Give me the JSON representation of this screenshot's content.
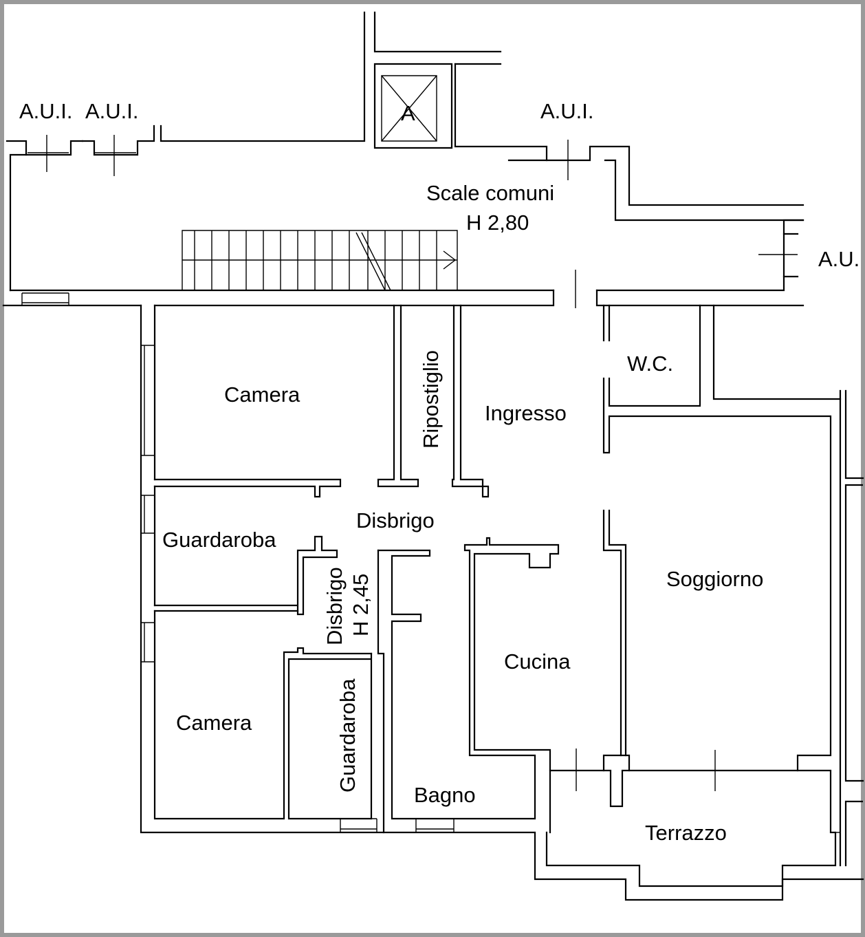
{
  "plan": {
    "labels": {
      "aui_1": "A.U.I.",
      "aui_2": "A.U.I.",
      "aui_3": "A.U.I.",
      "aui_4": "A.U.",
      "lift": "A",
      "scale_comuni": "Scale comuni",
      "scale_height": "H 2,80",
      "camera_top": "Camera",
      "ripostiglio": "Ripostiglio",
      "ingresso": "Ingresso",
      "wc": "W.C.",
      "disbrigo_main": "Disbrigo",
      "guardaroba_left": "Guardaroba",
      "disbrigo_vert": "Disbrigo",
      "disbrigo_height": "H 2,45",
      "soggiorno": "Soggiorno",
      "cucina": "Cucina",
      "camera_bottom": "Camera",
      "guardaroba_vert": "Guardaroba",
      "bagno": "Bagno",
      "terrazzo": "Terrazzo"
    },
    "colors": {
      "walls": "#000000",
      "background": "#ffffff",
      "frame": "#9a9a9a"
    }
  }
}
